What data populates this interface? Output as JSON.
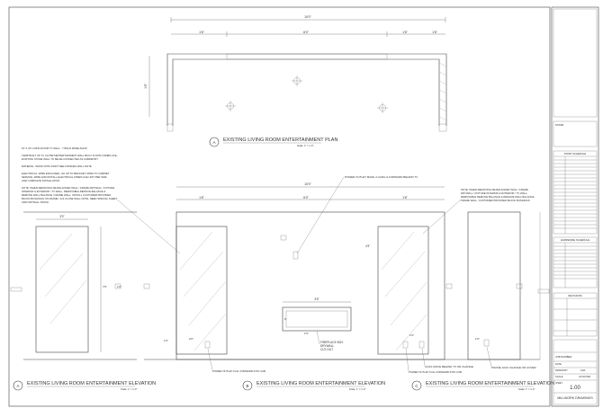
{
  "plan": {
    "title": "EXISTING LIVING ROOM ENTERTAINMENT PLAN",
    "scale": "Scale: 1\" = 1'-0\"",
    "bubble": "A",
    "dim_total": "10'0\"",
    "dim_segments": [
      "1'6\"",
      "6'0\"",
      "1'6\""
    ],
    "dim_depth": "1'6\""
  },
  "elevations": [
    {
      "bubble": "A",
      "title": "EXISTING LIVING ROOM ENTERTAINMENT ELEVATION",
      "scale": "Scale: 1\" = 1'-0\""
    },
    {
      "bubble": "B",
      "title": "EXISTING LIVING ROOM ENTERTAINMENT ELEVATION",
      "scale": "Scale: 1\" = 1'-0\""
    },
    {
      "bubble": "C",
      "title": "EXISTING LIVING ROOM ENTERTAINMENT ELEVATION",
      "scale": "Scale: 1\" = 1'-0\""
    }
  ],
  "notes_left": [
    "16' X 16' LIVING ROOM TV WALL - 7 BOLD PANELSHOP",
    "TEMP BUILT UP TV CLOSET/ENTERTAINMENT WALL BUILT IN WITH FIREPLACE,",
    "EXISTING STONE WALL TO BE RE-CONNECTED AS CABINETRY",
    "MATERIAL: WOOD WITH PAINT SEE FINISHES WALL NOTE",
    "ELECTRICAL: WIRE ENCLOSED, GO UP TO BRACKET OPEN TO CABINET",
    "SERVICE. WIRE AND INSTALL ELECTRICAL FIREPLACE UNIT PER SIZE",
    "AND COMPLETE INSTALLATION",
    "NOTE: WHEN REMOVING RE-BALANCED WALL / FRAME DRYWALL / FIXTURE",
    "INTERIOR & EXTERIOR / TV WALL, REMOVABLE REMOVE BALANCE &",
    "REMOVE WALL BALANCE / FRAME WALL, INSTALL CUSTOMER PROVIDED",
    "BLOCK BUSHINGS ON FRAME / 2x4 CLOSE WALL NOTE, NEED SPECIAL SHEET",
    "AND DRYWALL FINISH"
  ],
  "notes_right": [
    "NOTE: WHEN REMOVING RE-BALANCED WALL / FRAME",
    "DRYWALL / FIXTURE INTERIOR & EXTERIOR / TV WALL,",
    "REMOVABLE REMOVE BALANCE & REMOVE WALL BALANCE",
    "FRAME WALL, CUSTOMER PROVIDED BLOCK BUSHINGS"
  ],
  "callouts": {
    "power_top": "POWER OUTLET MAKE 4 GANG & FORWARD BEHIND TV",
    "fireplace": [
      "FIREPLACE BOX",
      "DRYWALL",
      "CUT-OUT"
    ],
    "power_bottom_left": "POWER OUTLET FULL FORWARD INTO CAB.",
    "coax": "COAX MOVE BEHIND TV OR CHANGE",
    "power_bottom_mid": "POWER OUTLET FULL FORWARD INTO CAB.",
    "phone": "PHONE JACK CHANGE OR COVER"
  },
  "elev_dims": {
    "total": "10'0\"",
    "segments": [
      "1'6\"",
      "6'0\"",
      "1'6\""
    ],
    "side_width": "3'0\"",
    "fireplace_width": "3'6\"",
    "tv_height": "7'0\"",
    "mid": "4'3\"",
    "small": [
      "1'0\"",
      "6\"",
      "1'6\"",
      "2'0\"",
      "1'0\"",
      "1'6\""
    ]
  },
  "title_block": {
    "stamp_label": "STAMP",
    "door_schedule": "DOOR SCHEDULE",
    "hardware_schedule": "HARDWARE SCHEDULE",
    "revisions": "REVISIONS",
    "job_number_label": "JOB NUMBER",
    "date_label": "DATE",
    "drawn_by_label": "DRAWN BY",
    "drawn_by": "KNA",
    "scale_label": "SCALE",
    "scale": "AS NOTED",
    "sheet_label": "SHEET",
    "sheet": "1.00",
    "sheet_title": "MILLWORK DRAWINGS"
  }
}
